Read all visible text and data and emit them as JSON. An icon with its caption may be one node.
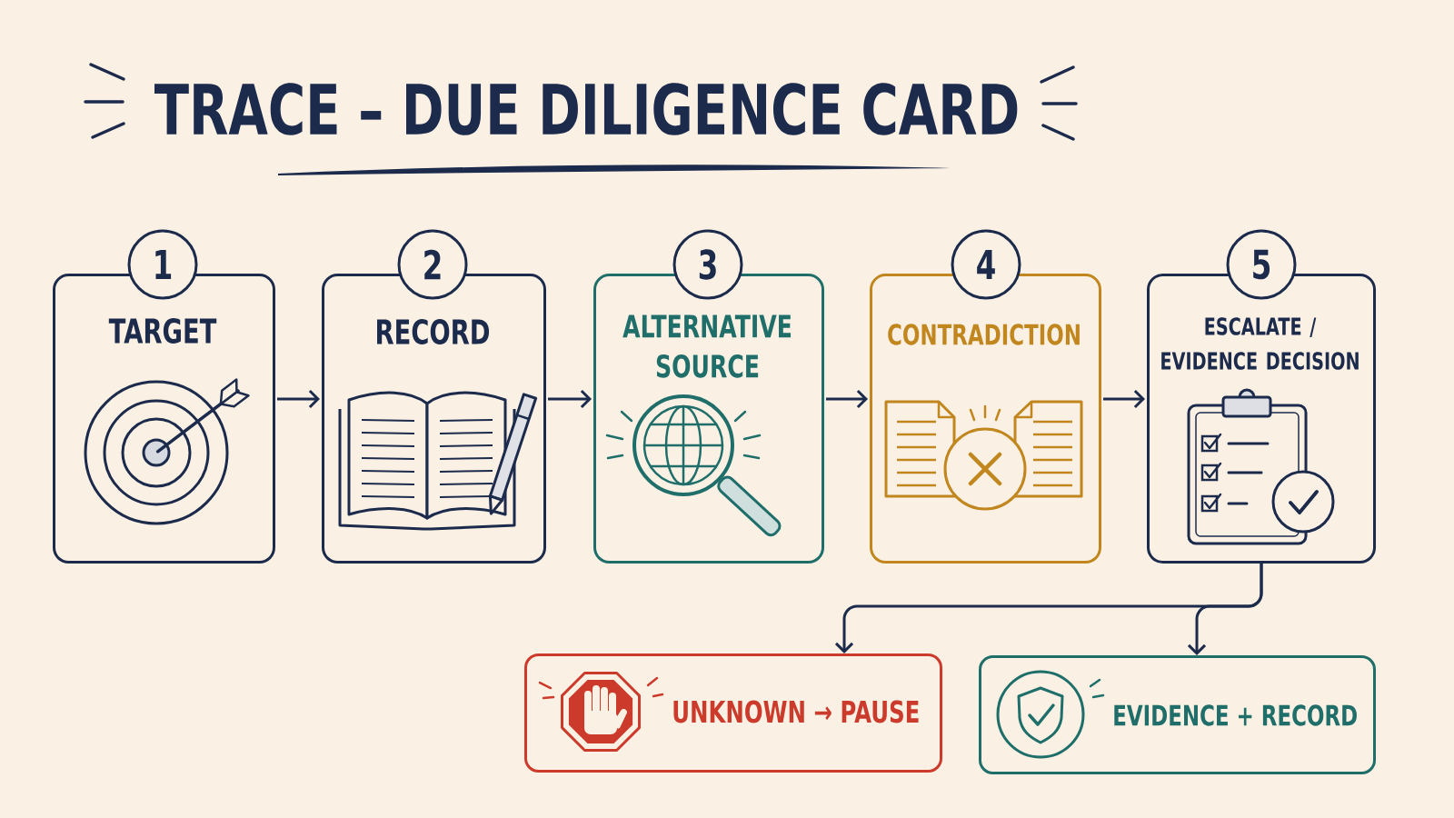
{
  "diagram": {
    "title": "TRACE – DUE DILIGENCE CARD",
    "nodes": [
      {
        "text": [
          "1"
        ]
      },
      {
        "text": [
          "TARGET"
        ]
      },
      {
        "text": [
          "2"
        ]
      },
      {
        "text": [
          "RECORD"
        ]
      },
      {
        "text": [
          "3"
        ]
      },
      {
        "text": [
          "ALTERNATIVE SOURCE"
        ]
      },
      {
        "text": [
          "4"
        ]
      },
      {
        "text": [
          "CONTRADICTION"
        ]
      },
      {
        "text": [
          "5"
        ]
      },
      {
        "text": [
          "ESCALATE / EVIDENCE DECISION"
        ]
      },
      {
        "text": [
          "UNKNOWN → PAUSE"
        ]
      },
      {
        "text": [
          "EVIDENCE + RECORD"
        ]
      }
    ],
    "edges": [
      {
        "from": 1,
        "to": 3,
        "arrow": "to"
      },
      {
        "from": 3,
        "to": 5,
        "arrow": "to"
      },
      {
        "from": 5,
        "to": 7,
        "arrow": "to"
      },
      {
        "from": 7,
        "to": 9,
        "arrow": "to"
      },
      {
        "from": 9,
        "to": 10,
        "arrow": "to"
      },
      {
        "from": 9,
        "to": 11,
        "arrow": "to"
      }
    ]
  }
}
